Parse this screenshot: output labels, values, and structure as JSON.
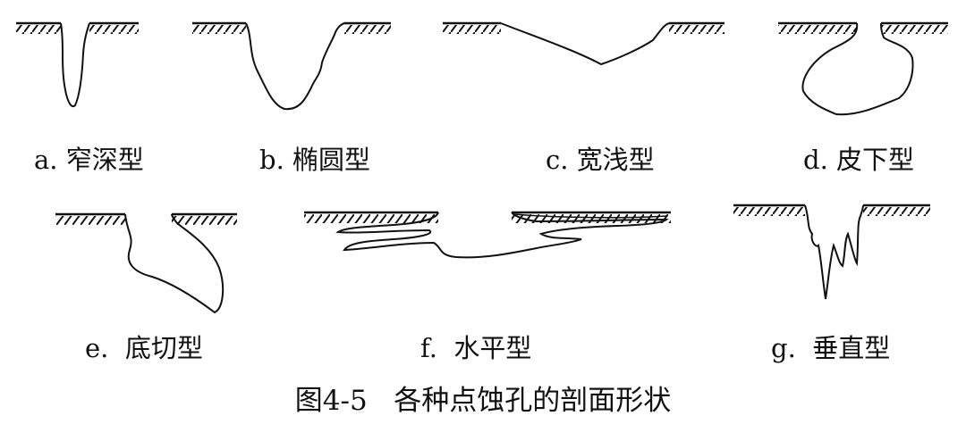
{
  "labels": {
    "a": "a. 窄深型",
    "b": "b. 椭圆型",
    "c": "c. 宽浅型",
    "d": "d. 皮下型",
    "e": "e.  底切型",
    "f": "f.  水平型",
    "g": "g.  垂直型"
  },
  "caption": "图4-5   各种点蚀孔的剖面形状",
  "colors": {
    "ink": "#111111",
    "background": "#ffffff"
  }
}
